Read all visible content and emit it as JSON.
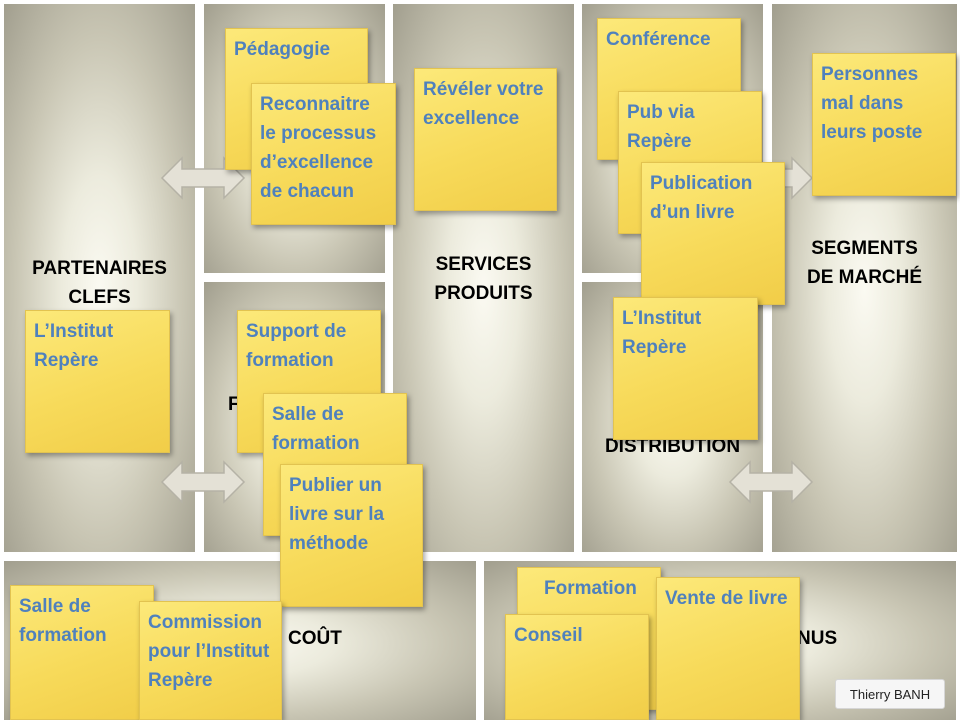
{
  "panels": {
    "partners": "PARTENAIRES CLEFS",
    "activities": "",
    "activities_partial": "F",
    "services": "SERVICES PRODUITS",
    "relations": "",
    "distribution": "DISTRIBUTION",
    "segments": "SEGMENTS DE MARCHÉ",
    "cost": "COÛT",
    "revenue_partial": "NUS"
  },
  "notes": {
    "pedagogie": "Pédagogie",
    "reconnaitre": "Reconnaitre le processus d’excellence de chacun",
    "reveler": "Révéler votre excellence",
    "conference": "Conférence",
    "pub": "Pub via Repère",
    "publication": "Publication d’un livre",
    "personnes": "Personnes mal dans leurs poste",
    "institut_partners": "L’Institut Repère",
    "support": "Support de formation",
    "salle_activities": "Salle de formation",
    "publier": "Publier un livre sur la méthode",
    "institut_distribution": "L’Institut Repère",
    "salle_cost": "Salle de formation",
    "commission": "Commission pour l’Institut Repère",
    "formation": "Formation",
    "conseil": "Conseil",
    "vente": "Vente de livre"
  },
  "author": "Thierry BANH",
  "colors": {
    "note_text": "#4f81bd",
    "note_fill": "#f7da5a",
    "arrow_fill": "#e4e1d6"
  },
  "icons": [
    "double-arrow-icon"
  ]
}
